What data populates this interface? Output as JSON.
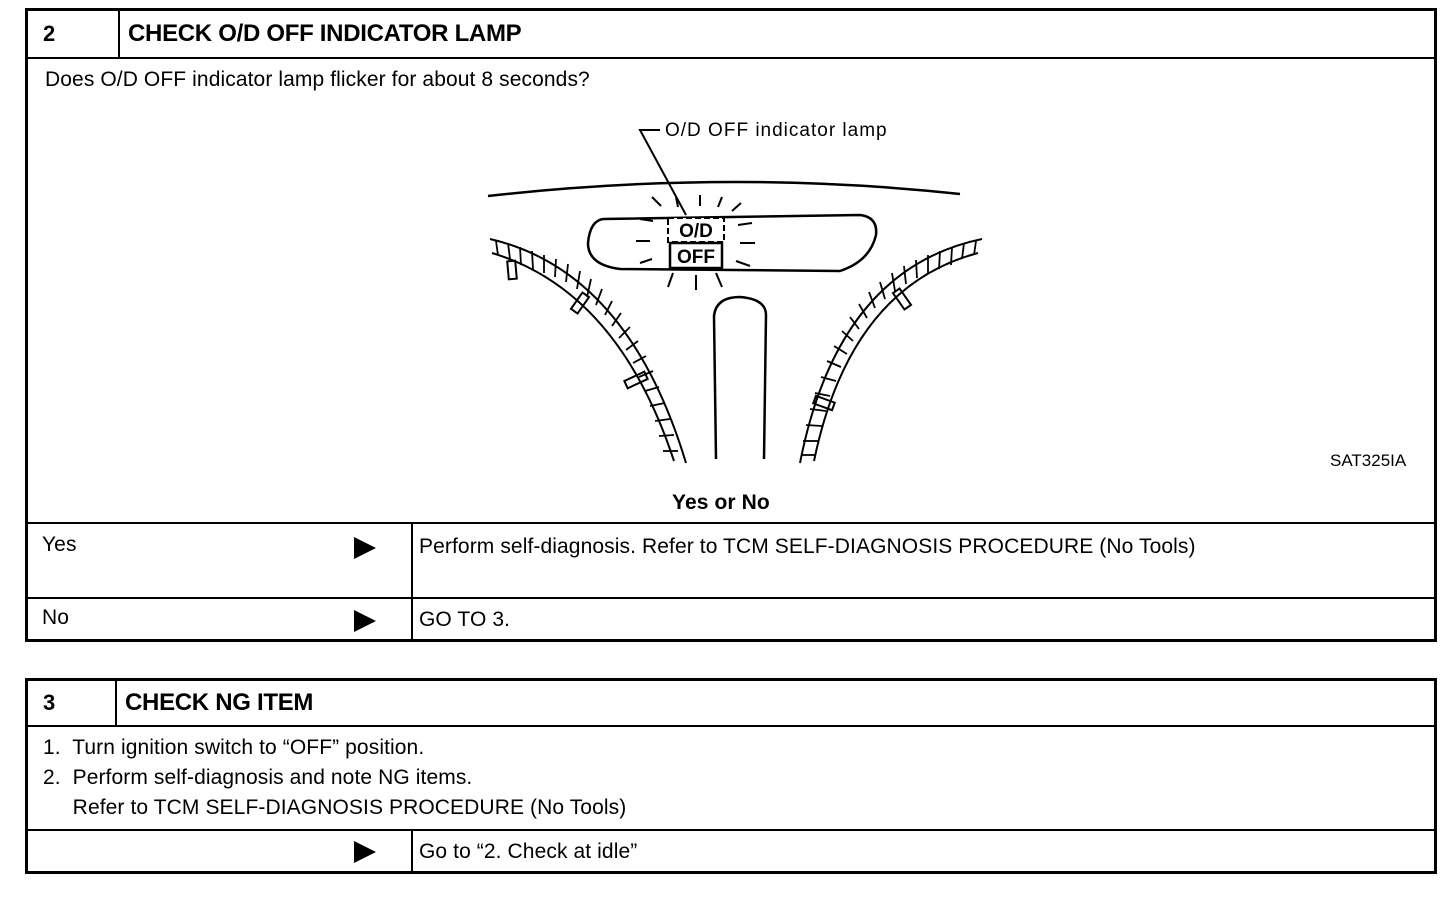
{
  "step2": {
    "number": "2",
    "title": "CHECK O/D OFF INDICATOR LAMP",
    "question": "Does O/D OFF indicator lamp flicker for about 8 seconds?",
    "figure": {
      "callout_label": "O/D OFF indicator lamp",
      "lamp_text_top": "O/D",
      "lamp_text_bottom": "OFF",
      "figure_code": "SAT325IA"
    },
    "prompt": "Yes or No",
    "rows": [
      {
        "answer": "Yes",
        "action": "Perform self-diagnosis. Refer to TCM SELF-DIAGNOSIS PROCEDURE (No Tools)"
      },
      {
        "answer": "No",
        "action": "GO TO 3."
      }
    ]
  },
  "step3": {
    "number": "3",
    "title": "CHECK NG ITEM",
    "instructions": [
      "1.  Turn ignition switch to “OFF” position.",
      "2.  Perform self-diagnosis and note NG items.",
      "     Refer to TCM SELF-DIAGNOSIS PROCEDURE (No Tools)"
    ],
    "result_action": "Go to “2. Check at idle”"
  },
  "icons": {
    "arrow": "right-triangle-arrow-icon"
  }
}
